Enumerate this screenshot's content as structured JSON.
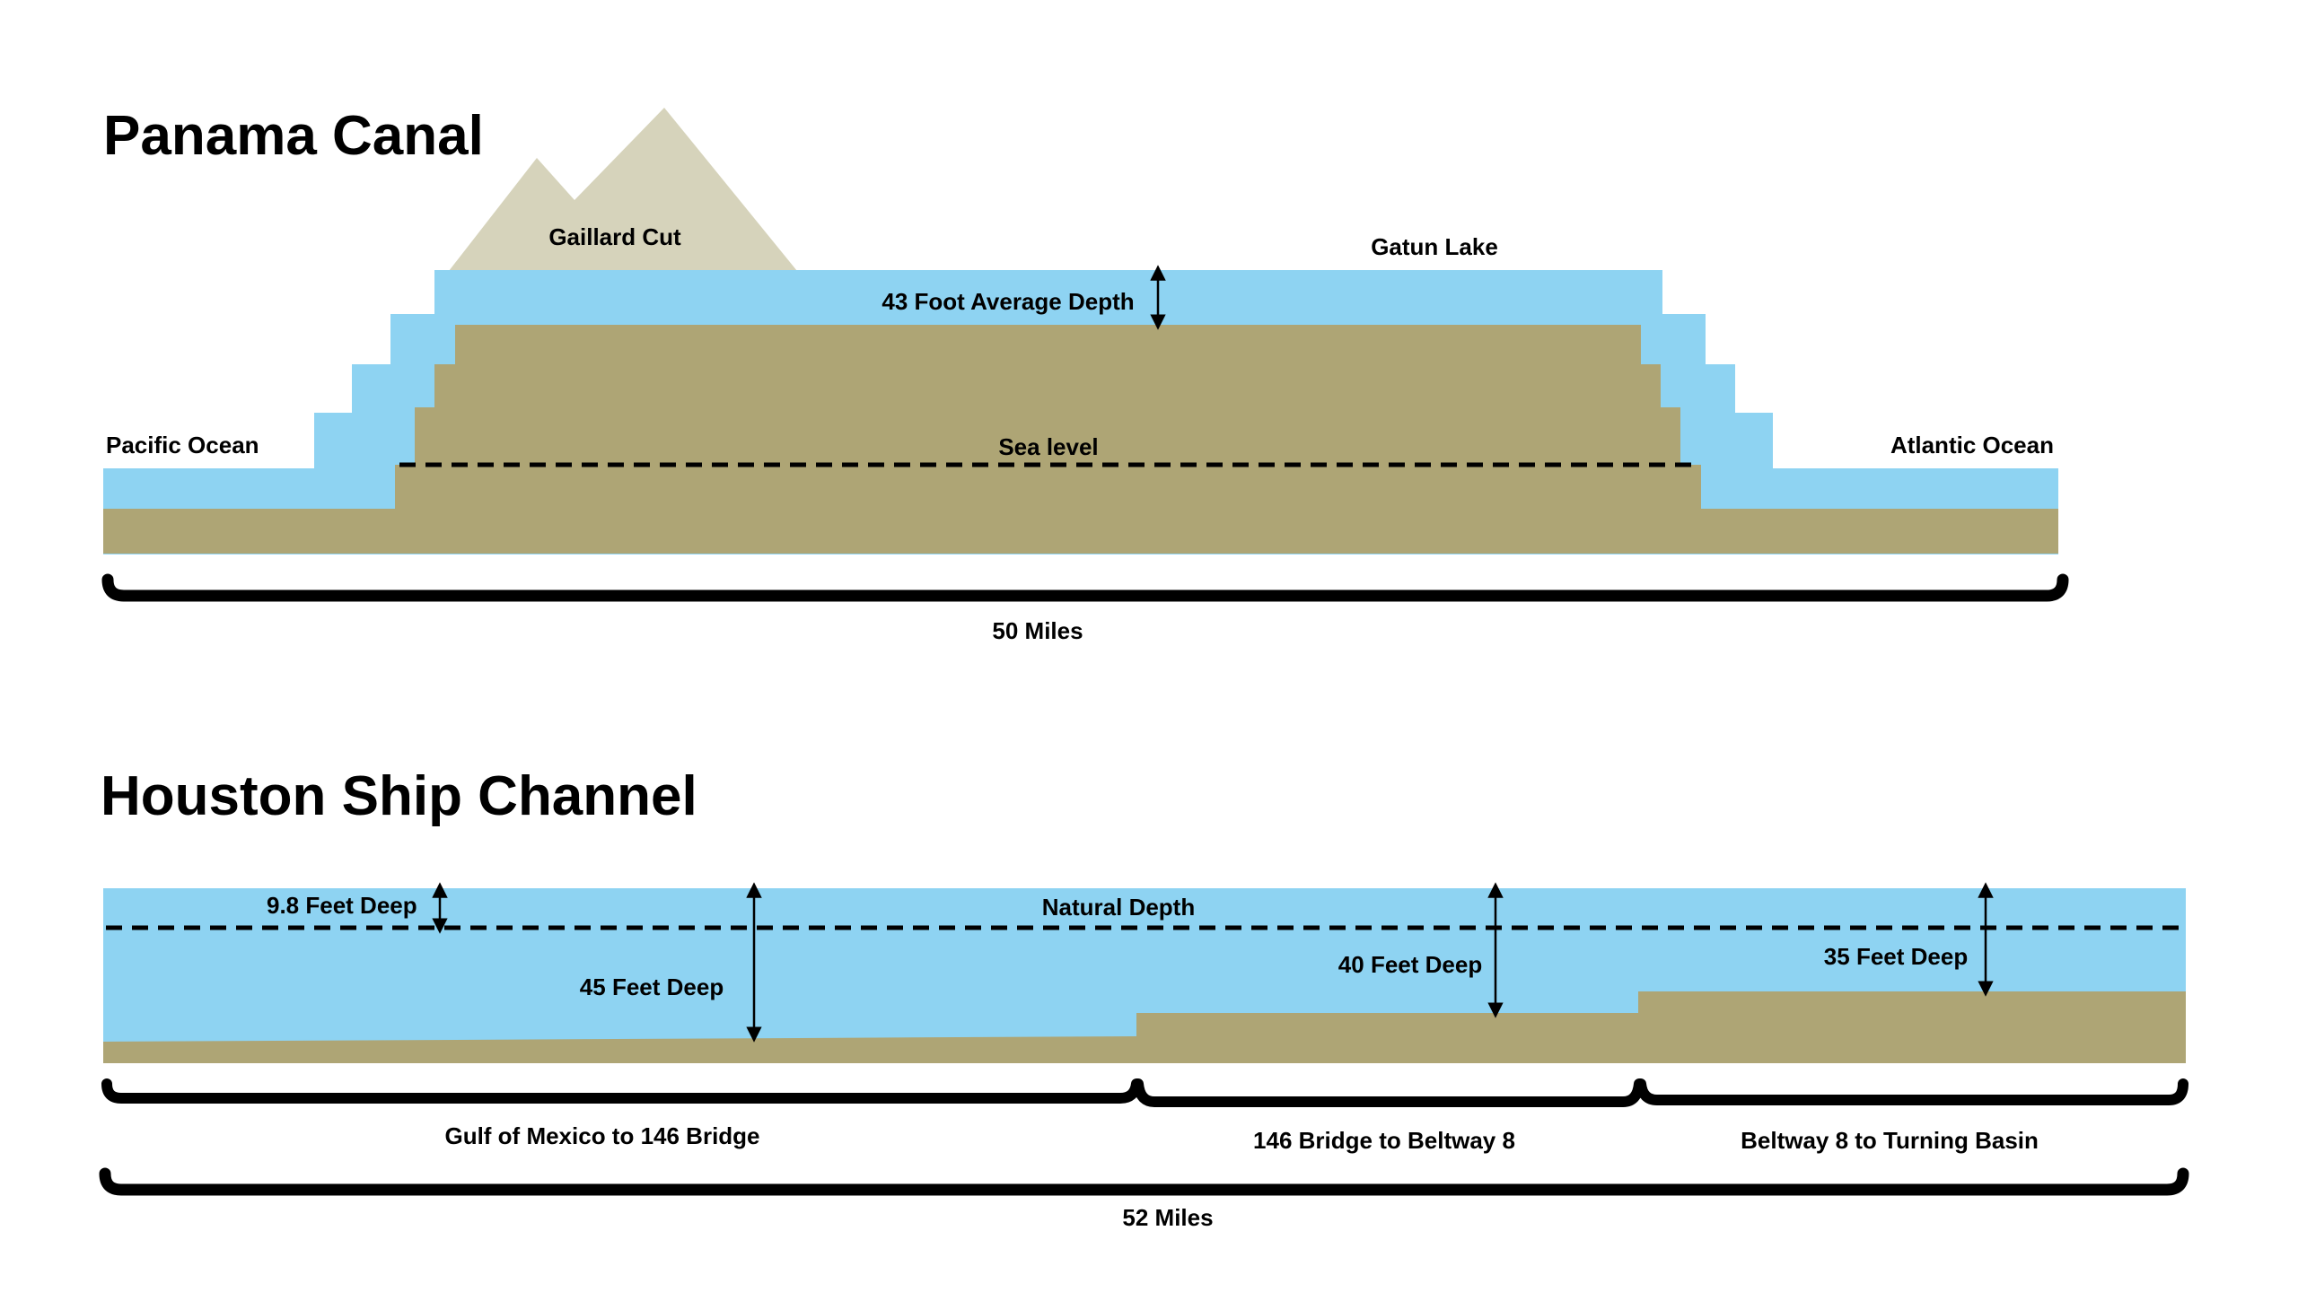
{
  "colors": {
    "water": "#8ed3f2",
    "land": "#aea575",
    "mountain": "#d6d3bb",
    "bracket": "#000000",
    "background": "#ffffff"
  },
  "panama": {
    "title": "Panama Canal",
    "labels": {
      "gaillard_cut": "Gaillard Cut",
      "gatun_lake": "Gatun Lake",
      "depth": "43 Foot Average Depth",
      "pacific": "Pacific Ocean",
      "atlantic": "Atlantic Ocean",
      "sea_level": "Sea level",
      "length": "50 Miles"
    }
  },
  "houston": {
    "title": "Houston Ship Channel",
    "labels": {
      "natural_depth": "Natural Depth",
      "natural_depth_value": "9.8 Feet Deep",
      "segments": [
        {
          "name": "Gulf of Mexico to 146 Bridge",
          "depth": "45 Feet Deep"
        },
        {
          "name": "146 Bridge to Beltway 8",
          "depth": "40 Feet Deep"
        },
        {
          "name": "Beltway 8 to Turning Basin",
          "depth": "35 Feet Deep"
        }
      ],
      "length": "52 Miles"
    }
  }
}
